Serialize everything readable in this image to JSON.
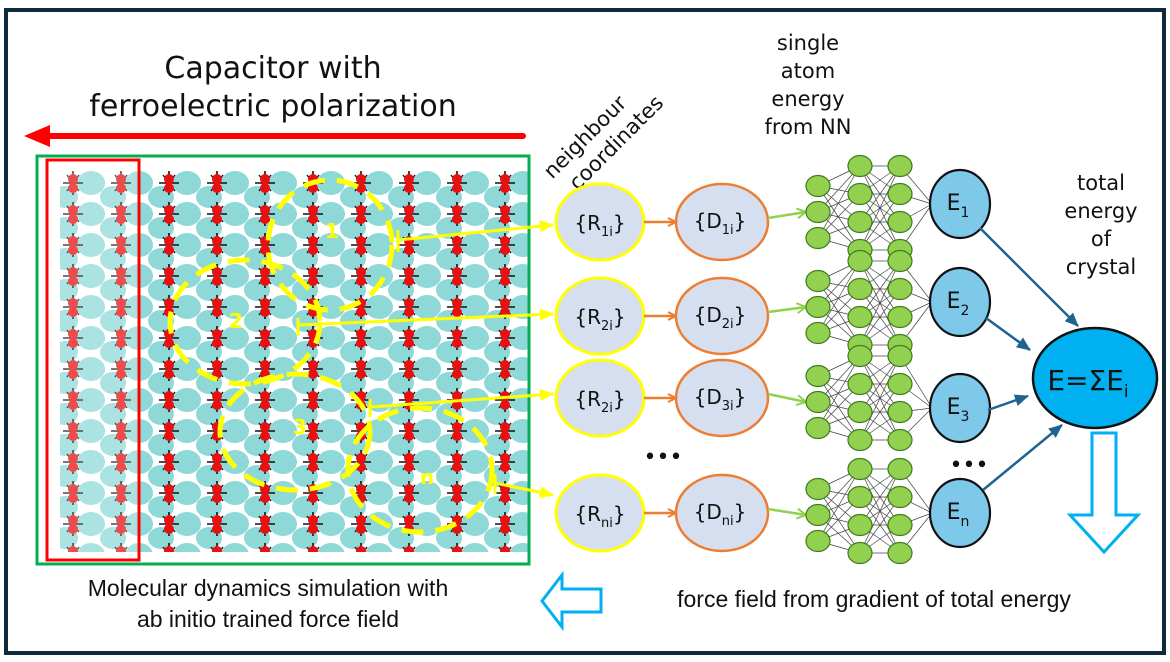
{
  "title": {
    "line1": "Capacitor with",
    "line2": "ferroelectric polarization"
  },
  "labels": {
    "neighbour": "neighbour",
    "coordinates": "coordinates",
    "nn_header": [
      "single",
      "atom",
      "energy",
      "from NN"
    ],
    "total_energy": [
      "total",
      "energy",
      "of",
      "crystal"
    ],
    "md_caption": [
      "Molecular dynamics simulation with",
      "ab initio trained force field"
    ],
    "force_caption": "force field from gradient of total energy",
    "ellipsis": "•••"
  },
  "regions": [
    {
      "label": "1"
    },
    {
      "label": "2"
    },
    {
      "label": "3"
    },
    {
      "label": "n"
    }
  ],
  "rows": [
    {
      "r_base": "R",
      "r_sub": "1i",
      "d_base": "D",
      "d_sub": "1i",
      "e_base": "E",
      "e_sub": "1"
    },
    {
      "r_base": "R",
      "r_sub": "2i",
      "d_base": "D",
      "d_sub": "2i",
      "e_base": "E",
      "e_sub": "2"
    },
    {
      "r_base": "R",
      "r_sub": "2i",
      "d_base": "D",
      "d_sub": "3i",
      "e_base": "E",
      "e_sub": "3"
    },
    {
      "r_base": "R",
      "r_sub": "ni",
      "d_base": "D",
      "d_sub": "ni",
      "e_base": "E",
      "e_sub": "n"
    }
  ],
  "total": {
    "text": "E=ΣE",
    "sub": "i"
  },
  "colors": {
    "frame": "#0f2a3a",
    "polarization_arrow": "#ff0000",
    "crystal_box": "#00b050",
    "electrode_box": "#ff0000",
    "atom_cyan": "#8fd8d8",
    "atom_red": "#e81010",
    "region_yellow": "#ffff00",
    "coord_fill": "#d6dff0",
    "coord_border": "#ffff00",
    "desc_border": "#ed7d31",
    "nn_node": "#92d050",
    "energy_fill": "#7ec8ea",
    "total_fill": "#00b0f0",
    "energy_arrow": "#1f6391",
    "hollow_arrow": "#00b0f0"
  }
}
